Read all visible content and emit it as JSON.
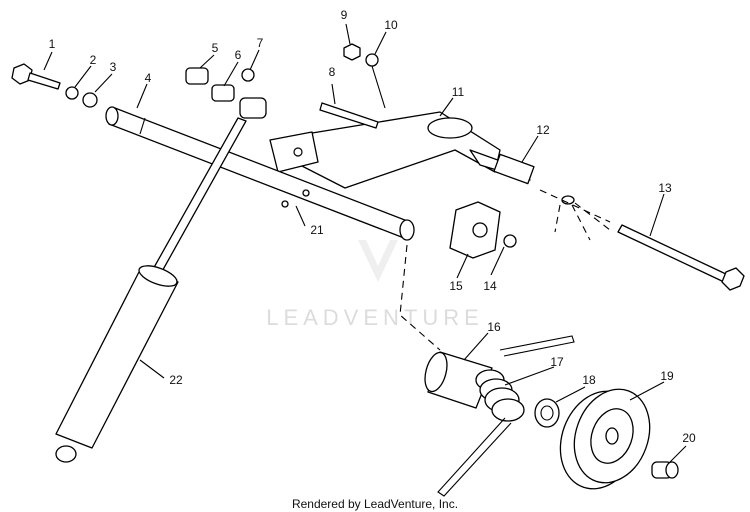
{
  "watermark": "LEADVENTURE",
  "footer": "Rendered by LeadVenture, Inc.",
  "callouts": [
    "1",
    "2",
    "3",
    "4",
    "5",
    "6",
    "7",
    "8",
    "9",
    "10",
    "11",
    "12",
    "13",
    "14",
    "15",
    "16",
    "17",
    "18",
    "19",
    "20",
    "21",
    "22"
  ]
}
